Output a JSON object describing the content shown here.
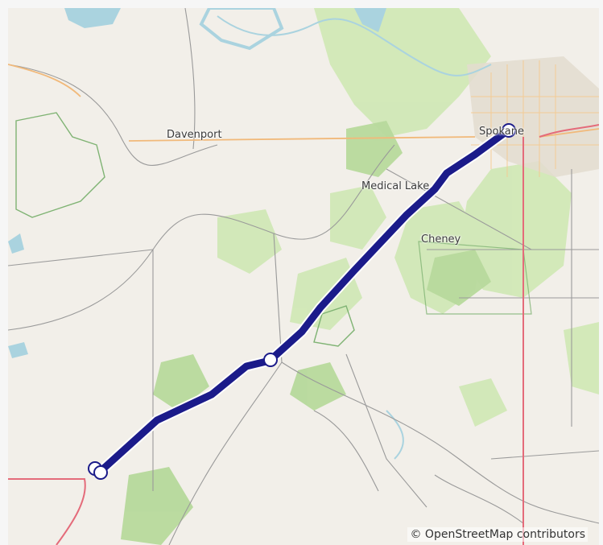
{
  "map": {
    "places": [
      {
        "id": "davenport",
        "name": "Davenport"
      },
      {
        "id": "medical-lake",
        "name": "Medical Lake"
      },
      {
        "id": "cheney",
        "name": "Cheney"
      },
      {
        "id": "spokane",
        "name": "Spokane"
      }
    ],
    "attribution": "© OpenStreetMap contributors",
    "route": {
      "color": "#1b1b8a",
      "waypoint_count": 4
    },
    "colors": {
      "land": "#f2efe9",
      "forest": "#c8e6a8",
      "park": "#add19e",
      "water": "#aad3df",
      "urban": "#e3dccf",
      "major_road": "#f1b97a",
      "primary_road": "#e46b7a",
      "boundary": "#555555"
    }
  }
}
